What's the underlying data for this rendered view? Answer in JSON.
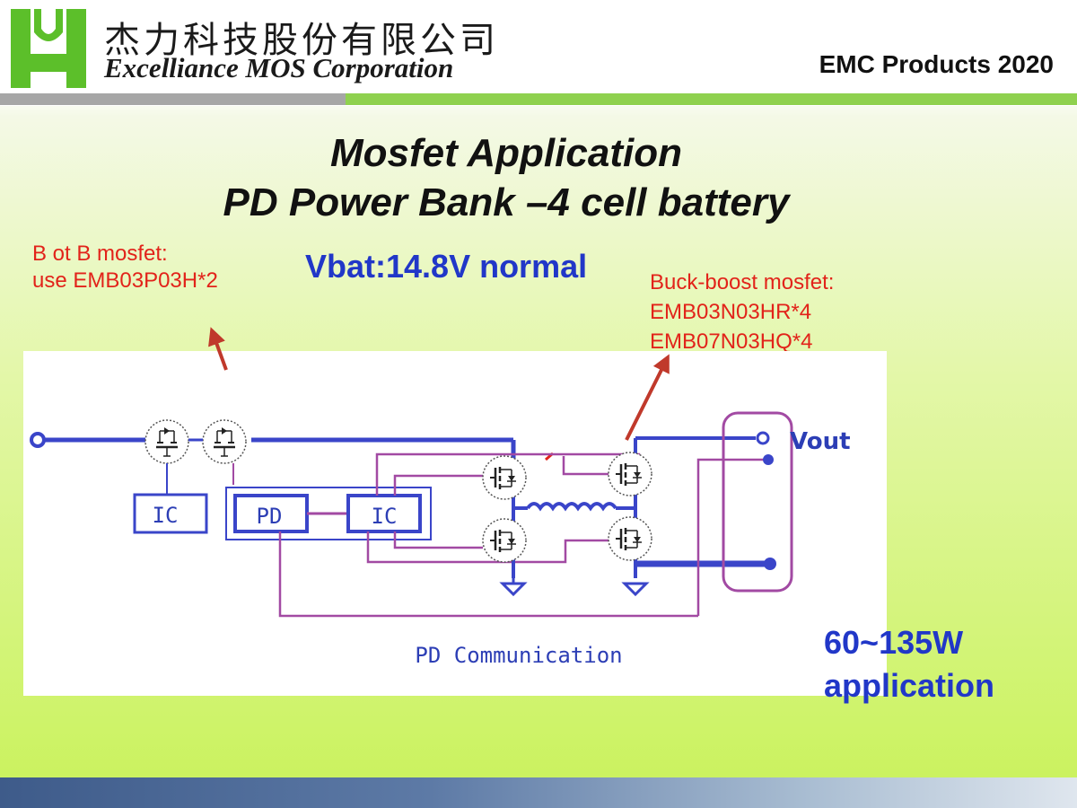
{
  "header": {
    "company_chinese": "杰力科技股份有限公司",
    "company_english": "Excelliance MOS Corporation",
    "product_line": "EMC Products 2020"
  },
  "slide": {
    "title_line1": "Mosfet Application",
    "title_line2": "PD Power Bank –4 cell battery",
    "btob_note": [
      "B ot B mosfet:",
      "use EMB03P03H*2"
    ],
    "vbat": "Vbat:14.8V normal",
    "buckboost_note": [
      "Buck-boost mosfet:",
      "EMB03N03HR*4",
      "EMB07N03HQ*4"
    ],
    "power_range": [
      "60~135W",
      "application"
    ]
  },
  "schematic": {
    "ic_left": "IC",
    "pd_block": "PD",
    "ic_right": "IC",
    "vout": "Vout",
    "pd_comm": "PD Communication"
  },
  "colors": {
    "logo_green": "#5cbf2a",
    "note_red": "#e2231a",
    "accent_blue": "#2137c8",
    "wire_blue": "#3a45c9",
    "wire_purple": "#a24aa3"
  }
}
